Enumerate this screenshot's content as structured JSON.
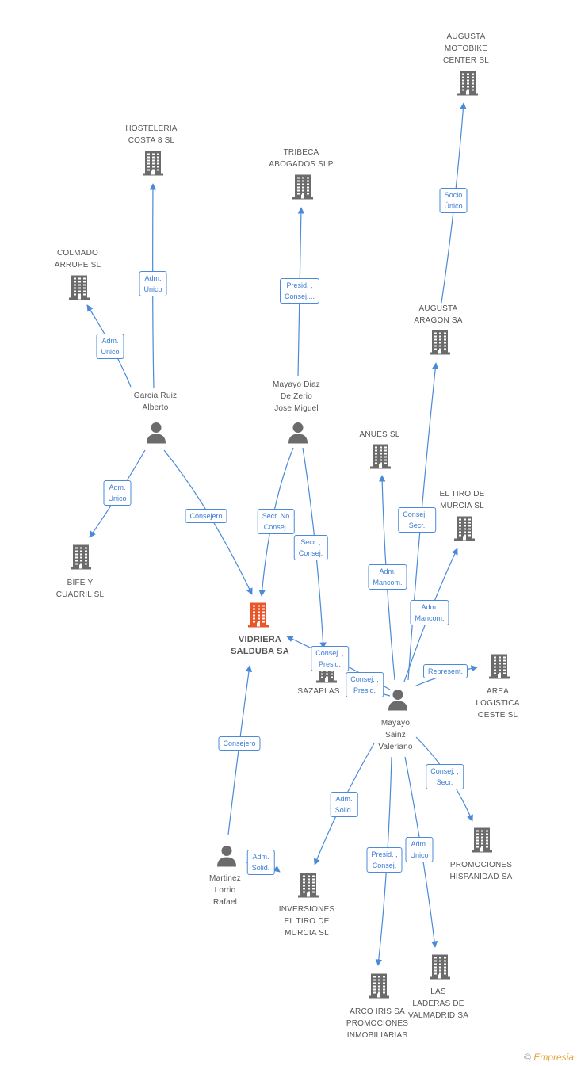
{
  "colors": {
    "edge": "#4a8ad8",
    "building": "#6b6b6b",
    "main_building": "#e8562a",
    "person": "#6b6b6b"
  },
  "nodes": [
    {
      "id": "augusta_motobike",
      "type": "company",
      "label": "AUGUSTA\nMOTOBIKE\nCENTER  SL"
    },
    {
      "id": "hosteleria",
      "type": "company",
      "label": "HOSTELERIA\nCOSTA 8 SL"
    },
    {
      "id": "tribeca",
      "type": "company",
      "label": "TRIBECA\nABOGADOS SLP"
    },
    {
      "id": "colmado",
      "type": "company",
      "label": "COLMADO\nARRUPE  SL"
    },
    {
      "id": "augusta_aragon",
      "type": "company",
      "label": "AUGUSTA\nARAGON SA"
    },
    {
      "id": "garcia",
      "type": "person",
      "label": "Garcia Ruiz\nAlberto"
    },
    {
      "id": "mayayo_diaz",
      "type": "person",
      "label": "Mayayo Diaz\nDe Zerio\nJose Miguel"
    },
    {
      "id": "anues",
      "type": "company",
      "label": "AÑUES SL"
    },
    {
      "id": "tiro_murcia_sl",
      "type": "company",
      "label": "EL TIRO DE\nMURCIA SL"
    },
    {
      "id": "bife",
      "type": "company",
      "label": "BIFE Y\nCUADRIL SL"
    },
    {
      "id": "vidriera",
      "type": "main",
      "label": "VIDRIERA\nSALDUBA SA"
    },
    {
      "id": "sazaplas",
      "type": "company",
      "label": "SAZAPLAS"
    },
    {
      "id": "area_logistica",
      "type": "company",
      "label": "AREA\nLOGISTICA\nOESTE SL"
    },
    {
      "id": "mayayo_sainz",
      "type": "person",
      "label": "Mayayo\nSainz\nValeriano"
    },
    {
      "id": "promociones_hisp",
      "type": "company",
      "label": "PROMOCIONES\nHISPANIDAD SA"
    },
    {
      "id": "martinez",
      "type": "person",
      "label": "Martinez\nLorrio\nRafael"
    },
    {
      "id": "inversiones",
      "type": "company",
      "label": "INVERSIONES\nEL TIRO DE\nMURCIA SL"
    },
    {
      "id": "las_laderas",
      "type": "company",
      "label": "LAS\nLADERAS DE\nVALMADRID SA"
    },
    {
      "id": "arco_iris",
      "type": "company",
      "label": "ARCO IRIS SA\nPROMOCIONES\nINMOBILIARIAS"
    }
  ],
  "edges": [
    {
      "from": "garcia",
      "to": "hosteleria",
      "label": "Adm.\nUnico"
    },
    {
      "from": "garcia",
      "to": "colmado",
      "label": "Adm.\nUnico"
    },
    {
      "from": "garcia",
      "to": "bife",
      "label": "Adm.\nUnico"
    },
    {
      "from": "garcia",
      "to": "vidriera",
      "label": "Consejero"
    },
    {
      "from": "mayayo_diaz",
      "to": "tribeca",
      "label": "Presid. ,\nConsej...."
    },
    {
      "from": "mayayo_diaz",
      "to": "vidriera",
      "label": "Secr.  No\nConsej."
    },
    {
      "from": "mayayo_diaz",
      "to": "sazaplas",
      "label": "Secr. ,\nConsej."
    },
    {
      "from": "augusta_aragon",
      "to": "augusta_motobike",
      "label": "Socio\nÚnico"
    },
    {
      "from": "mayayo_sainz",
      "to": "augusta_aragon",
      "label": "Consej. ,\nSecr."
    },
    {
      "from": "mayayo_sainz",
      "to": "anues",
      "label": "Adm.\nMancom."
    },
    {
      "from": "mayayo_sainz",
      "to": "tiro_murcia_sl",
      "label": "Adm.\nMancom."
    },
    {
      "from": "mayayo_sainz",
      "to": "area_logistica",
      "label": "Represent."
    },
    {
      "from": "mayayo_sainz",
      "to": "vidriera",
      "label": "Consej. ,\nPresid."
    },
    {
      "from": "mayayo_sainz",
      "to": "sazaplas",
      "label": "Consej. ,\nPresid."
    },
    {
      "from": "mayayo_sainz",
      "to": "promociones_hisp",
      "label": "Consej. ,\nSecr."
    },
    {
      "from": "mayayo_sainz",
      "to": "inversiones",
      "label": "Adm.\nSolid."
    },
    {
      "from": "mayayo_sainz",
      "to": "arco_iris",
      "label": "Presid. ,\nConsej."
    },
    {
      "from": "mayayo_sainz",
      "to": "las_laderas",
      "label": "Adm.\nUnico"
    },
    {
      "from": "martinez",
      "to": "vidriera",
      "label": "Consejero"
    },
    {
      "from": "martinez",
      "to": "inversiones",
      "label": "Adm.\nSolid."
    }
  ],
  "logo": {
    "copyright": "©",
    "brand": "Empresia"
  }
}
